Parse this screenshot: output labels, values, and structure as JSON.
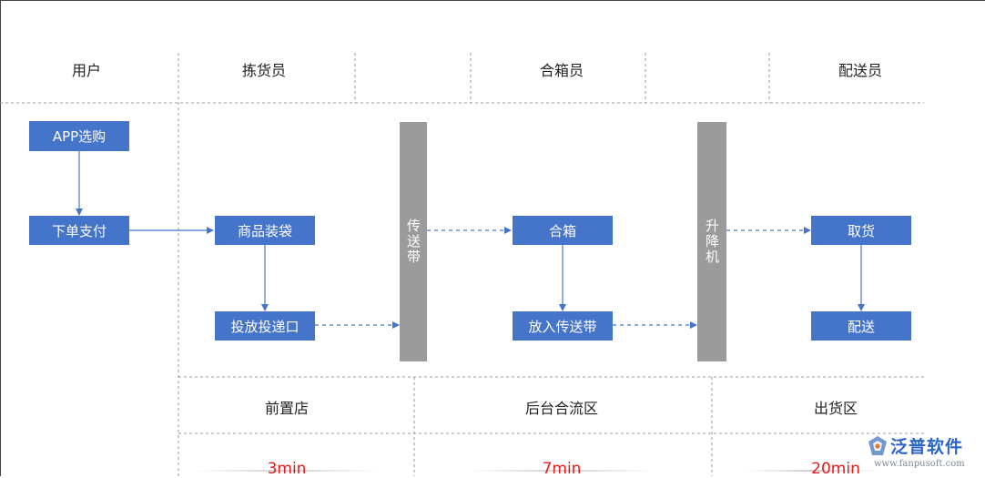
{
  "lanes": {
    "user": "用户",
    "picker": "拣货员",
    "packer": "合箱员",
    "deliverer": "配送员"
  },
  "steps": {
    "app_select": "APP选购",
    "place_order": "下单支付",
    "bag_goods": "商品装袋",
    "drop_port": "投放投递口",
    "combine_box": "合箱",
    "onto_conveyor": "放入传送带",
    "pickup": "取货",
    "deliver": "配送"
  },
  "transfers": {
    "conveyor": "传送带",
    "elevator": "升降机"
  },
  "zones": [
    {
      "label": "前置店",
      "time": "3min"
    },
    {
      "label": "后台合流区",
      "time": "7min"
    },
    {
      "label": "出货区",
      "time": "20min"
    }
  ],
  "watermark": {
    "brand": "泛普软件",
    "url": "www.fanpusoft.com"
  },
  "colors": {
    "box": "#4574cb",
    "bar": "#9b9b9b",
    "arrow": "#4574cb",
    "time": "#e21c1c",
    "divider": "#9a9a9a"
  }
}
